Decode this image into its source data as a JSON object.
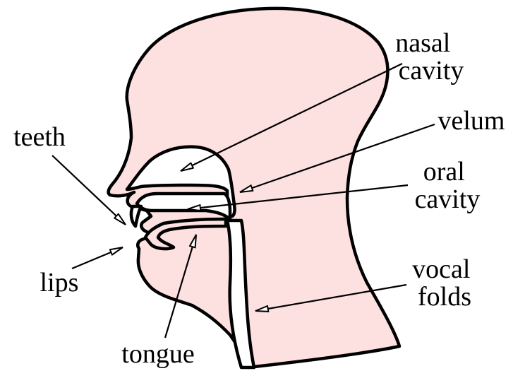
{
  "colors": {
    "skin_fill": "#fde0e0",
    "cavity_fill": "#ffffff",
    "outline": "#000000"
  },
  "labels": {
    "nasal_line1": "nasal",
    "nasal_line2": "cavity",
    "velum": "velum",
    "oral_line1": "oral",
    "oral_line2": "cavity",
    "teeth": "teeth",
    "lips": "lips",
    "vocal_line1": "vocal",
    "vocal_line2": "folds",
    "tongue": "tongue"
  }
}
